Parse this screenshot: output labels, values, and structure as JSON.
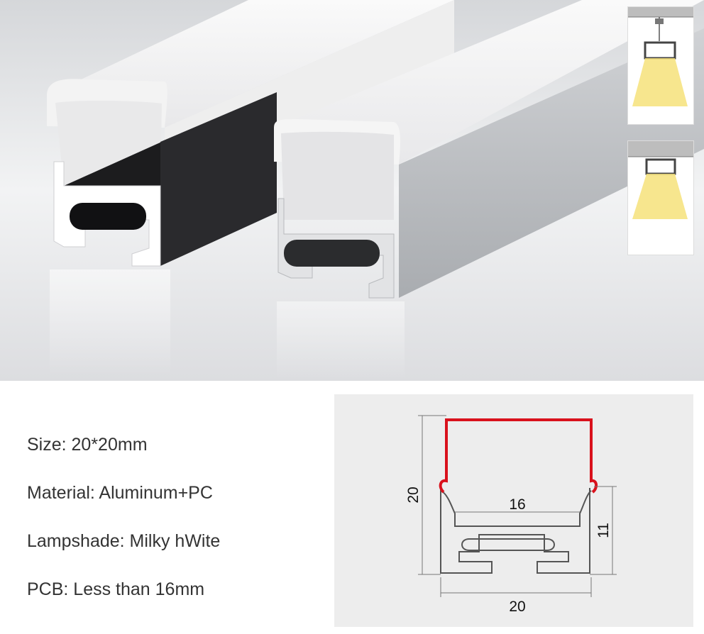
{
  "specs": {
    "size": "Size: 20*20mm",
    "material": "Material: Aluminum+PC",
    "lampshade": "Lampshade: Milky hWite",
    "pcb": "PCB: Less than 16mm"
  },
  "drawing": {
    "height_label": "20",
    "inner_width_label": "16",
    "side_height_label": "11",
    "bottom_width_label": "20"
  },
  "colors": {
    "diffuser_red": "#d9111c",
    "profile_outline": "#555555",
    "light_glow": "#f6e27a"
  },
  "icons": [
    "suspended-mount-icon",
    "surface-mount-icon"
  ]
}
